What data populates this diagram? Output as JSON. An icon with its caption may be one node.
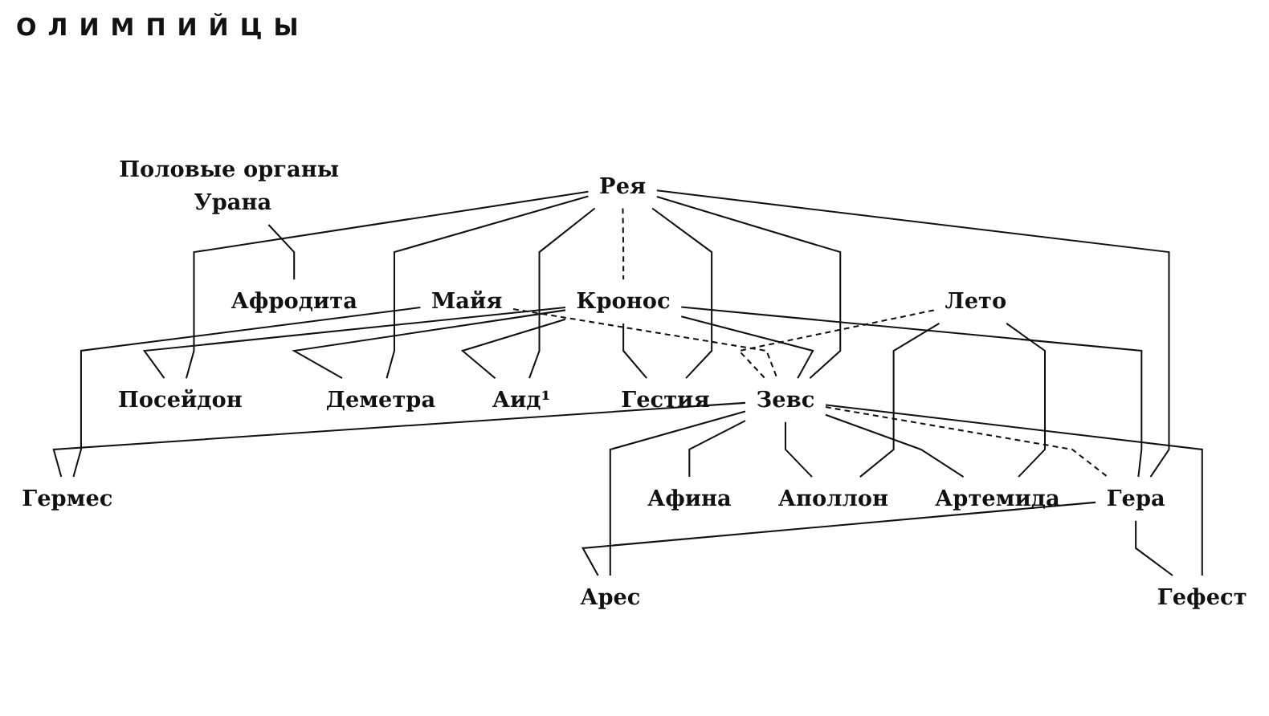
{
  "diagram": {
    "title": "ОЛИМПИЙЦЫ",
    "nodes": [
      {
        "text": [
          "Половые органы Урана"
        ]
      },
      {
        "text": [
          "Рея"
        ]
      },
      {
        "text": [
          "Кронос"
        ]
      },
      {
        "text": [
          "Афродита"
        ]
      },
      {
        "text": [
          "Майя"
        ]
      },
      {
        "text": [
          "Гермес"
        ]
      },
      {
        "text": [
          "Лето"
        ]
      },
      {
        "text": [
          "Зевс"
        ]
      },
      {
        "text": [
          "Гера"
        ]
      },
      {
        "text": [
          "Посейдон"
        ]
      },
      {
        "text": [
          "Деметра"
        ]
      },
      {
        "text": [
          "Аид¹"
        ]
      },
      {
        "text": [
          "Гестия"
        ]
      },
      {
        "text": [
          "Афина"
        ]
      },
      {
        "text": [
          "Аполлон"
        ]
      },
      {
        "text": [
          "Артемида"
        ]
      },
      {
        "text": [
          "Арес"
        ]
      },
      {
        "text": [
          "Гефест"
        ]
      }
    ],
    "edges": [
      {
        "from": 0,
        "to": 3,
        "arrow": "none"
      },
      {
        "from": 1,
        "to": 2,
        "arrow": "none",
        "style": "dashed"
      },
      {
        "from": 1,
        "to": 7,
        "arrow": "none"
      },
      {
        "from": 2,
        "to": 7,
        "arrow": "none"
      },
      {
        "from": 1,
        "to": 8,
        "arrow": "none"
      },
      {
        "from": 2,
        "to": 8,
        "arrow": "none"
      },
      {
        "from": 1,
        "to": 9,
        "arrow": "none"
      },
      {
        "from": 2,
        "to": 9,
        "arrow": "none"
      },
      {
        "from": 1,
        "to": 10,
        "arrow": "none"
      },
      {
        "from": 2,
        "to": 10,
        "arrow": "none"
      },
      {
        "from": 1,
        "to": 11,
        "arrow": "none"
      },
      {
        "from": 2,
        "to": 11,
        "arrow": "none"
      },
      {
        "from": 1,
        "to": 12,
        "arrow": "none"
      },
      {
        "from": 2,
        "to": 12,
        "arrow": "none"
      },
      {
        "from": 4,
        "to": 7,
        "arrow": "none",
        "style": "dashed"
      },
      {
        "from": 4,
        "to": 5,
        "arrow": "none"
      },
      {
        "from": 7,
        "to": 5,
        "arrow": "none"
      },
      {
        "from": 6,
        "to": 7,
        "arrow": "none",
        "style": "dashed"
      },
      {
        "from": 7,
        "to": 8,
        "arrow": "none",
        "style": "dashed"
      },
      {
        "from": 7,
        "to": 13,
        "arrow": "none"
      },
      {
        "from": 6,
        "to": 14,
        "arrow": "none"
      },
      {
        "from": 7,
        "to": 14,
        "arrow": "none"
      },
      {
        "from": 6,
        "to": 15,
        "arrow": "none"
      },
      {
        "from": 7,
        "to": 15,
        "arrow": "none"
      },
      {
        "from": 7,
        "to": 16,
        "arrow": "none"
      },
      {
        "from": 8,
        "to": 16,
        "arrow": "none"
      },
      {
        "from": 7,
        "to": 17,
        "arrow": "none"
      },
      {
        "from": 8,
        "to": 17,
        "arrow": "none"
      }
    ]
  }
}
